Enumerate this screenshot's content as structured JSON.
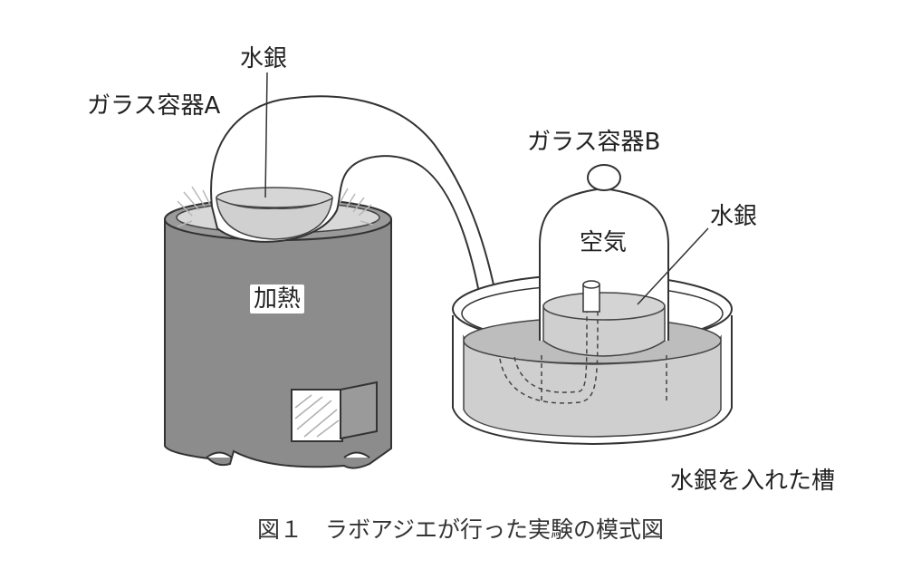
{
  "labels": {
    "mercury_a": "水銀",
    "vessel_a": "ガラス容器A",
    "vessel_b": "ガラス容器B",
    "mercury_b": "水銀",
    "air": "空気",
    "heating": "加熱",
    "trough": "水銀を入れた槽"
  },
  "caption": "図１　ラボアジエが行った実験の模式図",
  "colors": {
    "stove": "#8c8c8c",
    "stove_dark": "#6f6f6f",
    "mercury": "#c9c9c9",
    "glass": "#ffffff",
    "outline": "#333333"
  }
}
